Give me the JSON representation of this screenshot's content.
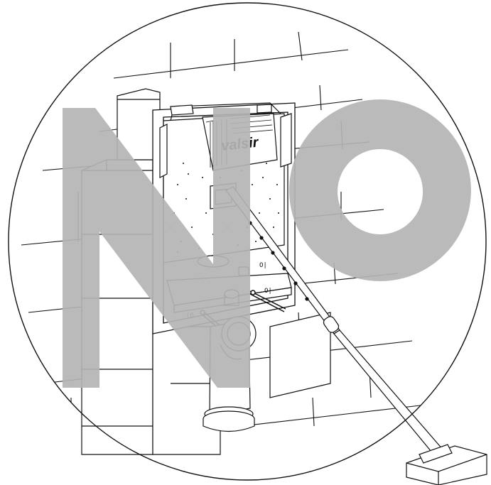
{
  "illustration": {
    "brand_logo": "valsir",
    "watermark": "NO",
    "valve_label_left": "|O",
    "valve_label_right": "O|",
    "valve_label_upper": "O|",
    "colors": {
      "line": "#111111",
      "watermark": "#b4b4b4",
      "background": "#ffffff"
    }
  }
}
